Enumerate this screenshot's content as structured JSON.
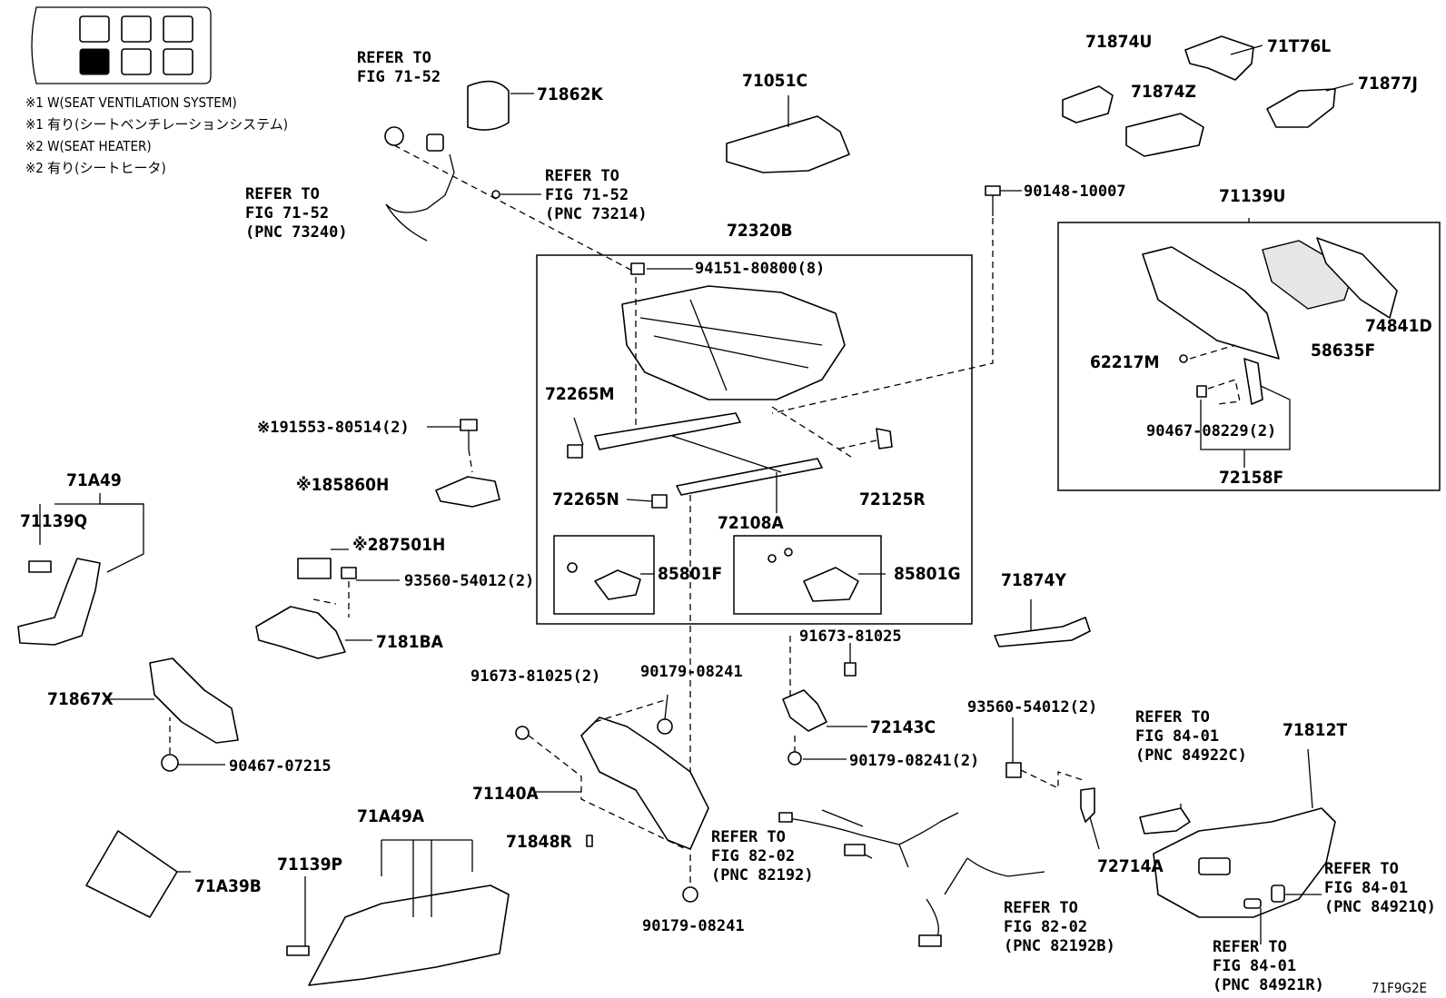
{
  "legend": {
    "notes": [
      "※1 W(SEAT VENTILATION SYSTEM)",
      "※1 有り(シートベンチレーションシステム)",
      "※2 W(SEAT HEATER)",
      "※2 有り(シートヒータ)"
    ]
  },
  "labels": {
    "p71874U": "71874U",
    "p71T76L": "71T76L",
    "p71874Z": "71874Z",
    "p71877J": "71877J",
    "p71051C": "71051C",
    "p71862K": "71862K",
    "p90148": "90148-10007",
    "p71139U": "71139U",
    "p72320B": "72320B",
    "p94151": "94151-80800(8)",
    "p74841D": "74841D",
    "p58635F": "58635F",
    "p62217M": "62217M",
    "p90467_08229": "90467-08229(2)",
    "p72158F": "72158F",
    "p72265M": "72265M",
    "p91553": "※191553-80514(2)",
    "p85860H": "※185860H",
    "p71A49": "71A49",
    "p71139Q": "71139Q",
    "p72265N": "72265N",
    "p72108A": "72108A",
    "p72125R": "72125R",
    "p87501H": "※287501H",
    "p93560a": "93560-54012(2)",
    "p85801F": "85801F",
    "p85801G": "85801G",
    "p71874Y": "71874Y",
    "p7181BA": "7181BA",
    "p91673b": "91673-81025",
    "p71867X": "71867X",
    "p91673a": "91673-81025(2)",
    "p90179a": "90179-08241",
    "p72143C": "72143C",
    "p93560b": "93560-54012(2)",
    "p90467_07215": "90467-07215",
    "p90179b": "90179-08241(2)",
    "p71812T": "71812T",
    "p71140A": "71140A",
    "p71A49A": "71A49A",
    "p71848R": "71848R",
    "p71139P": "71139P",
    "p71A39B": "71A39B",
    "p72714A": "72714A",
    "p90179c": "90179-08241",
    "code": "71F9G2E"
  },
  "refs": {
    "r1": [
      "REFER TO",
      "FIG 71-52"
    ],
    "r2": [
      "REFER TO",
      "FIG 71-52",
      "(PNC 73214)"
    ],
    "r3": [
      "REFER TO",
      "FIG 71-52",
      "(PNC 73240)"
    ],
    "r4": [
      "REFER TO",
      "FIG 84-01",
      "(PNC 84922C)"
    ],
    "r5": [
      "REFER TO",
      "FIG 82-02",
      "(PNC 82192)"
    ],
    "r6": [
      "REFER TO",
      "FIG 84-01",
      "(PNC 84921Q)"
    ],
    "r7": [
      "REFER TO",
      "FIG 82-02",
      "(PNC 82192B)"
    ],
    "r8": [
      "REFER TO",
      "FIG 84-01",
      "(PNC 84921R)"
    ]
  }
}
